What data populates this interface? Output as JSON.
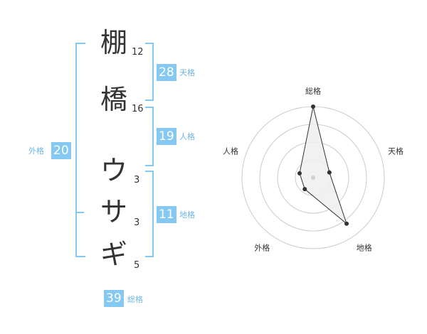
{
  "name_chars": [
    {
      "char": "棚",
      "strokes": "12"
    },
    {
      "char": "橋",
      "strokes": "16"
    },
    {
      "char": "ウ",
      "strokes": "3"
    },
    {
      "char": "サ",
      "strokes": "3"
    },
    {
      "char": "ギ",
      "strokes": "5"
    }
  ],
  "kaku": {
    "ten": {
      "value": "28",
      "label": "天格"
    },
    "jin": {
      "value": "19",
      "label": "人格"
    },
    "chi": {
      "value": "11",
      "label": "地格"
    },
    "gai": {
      "value": "20",
      "label": "外格"
    },
    "sou": {
      "value": "39",
      "label": "総格"
    }
  },
  "colors": {
    "accent": "#85c8f2",
    "accent_text": "#70b7e6"
  },
  "chart_data": {
    "type": "radar",
    "axes": [
      "総格",
      "天格",
      "地格",
      "外格",
      "人格"
    ],
    "values": [
      5,
      1.2,
      4,
      1,
      1
    ],
    "max": 5,
    "rings": 4
  }
}
